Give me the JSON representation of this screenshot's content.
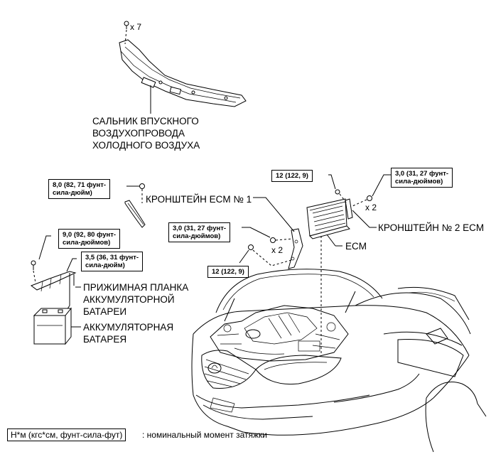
{
  "labels": {
    "cowl_seal": [
      "САЛЬНИК ВПУСКНОГО",
      "ВОЗДУХОПРОВОДА",
      "ХОЛОДНОГО ВОЗДУХА"
    ],
    "ecm_bracket_1": "КРОНШТЕЙН ECM № 1",
    "ecm_bracket_2": "КРОНШТЕЙН № 2 ECM",
    "ecm": "ECM",
    "battery_clamp": [
      "ПРИЖИМНАЯ ПЛАНКА",
      "АККУМУЛЯТОРНОЙ",
      "БАТАРЕИ"
    ],
    "battery": [
      "АККУМУЛЯТОРНАЯ",
      "БАТАРЕЯ"
    ]
  },
  "quantities": {
    "clips": "x 7",
    "bolts_bracket_1": "x 2",
    "bolts_bracket_2": "x 2"
  },
  "torques": {
    "t1": [
      "8,0 (82, 71 фунт-",
      "сила-дюйм)"
    ],
    "t2": [
      "12 (122, 9)"
    ],
    "t3": [
      "3,0 (31, 27 фунт-",
      "сила-дюймов)"
    ],
    "t4": [
      "3,0 (31, 27 фунт-",
      "сила-дюймов)"
    ],
    "t5": [
      "9,0 (92, 80 фунт-",
      "сила-дюймов)"
    ],
    "t6": [
      "3,5 (36, 31 фунт-",
      "сила-дюйм)"
    ],
    "t7": [
      "12 (122, 9)"
    ]
  },
  "legend": {
    "unit": "Н*м (кгс*см, фунт-сила-фут)",
    "text": ": номинальный момент затяжки"
  }
}
